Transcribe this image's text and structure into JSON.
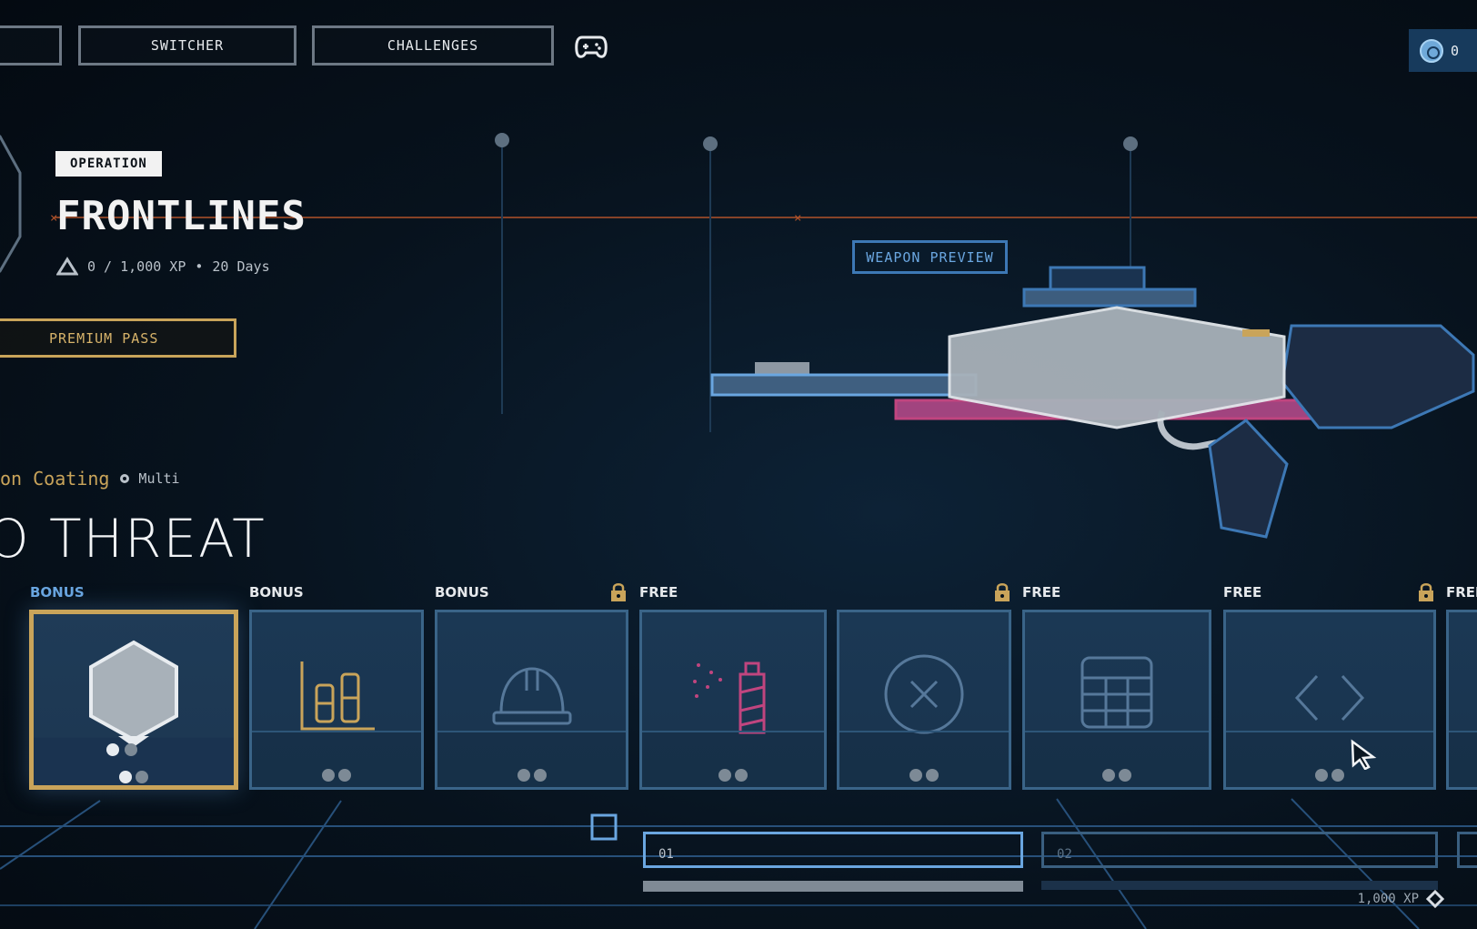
{
  "nav": {
    "switcher_label": "SWITCHER",
    "challenges_label": "CHALLENGES",
    "currency_value": "0",
    "controller_icon": "gamepad-icon"
  },
  "operation": {
    "badge": "OPERATION",
    "title": "FRONTLINES",
    "xp_current": "0",
    "xp_text": "0 / 1,000 XP",
    "separator": "•",
    "days": "20 Days",
    "premium_label": "PREMIUM PASS"
  },
  "reward": {
    "coating_name": "on Coating",
    "multi_label": "Multi",
    "name": "O THREAT"
  },
  "preview": {
    "label": "WEAPON PREVIEW"
  },
  "track": {
    "labels": [
      "BONUS",
      "BONUS",
      "BONUS",
      "FREE",
      "FREE",
      "FREE",
      "FREE"
    ],
    "partial_label": "FREE",
    "levels": [
      "01",
      "02"
    ],
    "xp_footer": "1,000 XP",
    "progress_fraction": 0
  },
  "colors": {
    "accent_blue": "#6aa6e0",
    "gold": "#c9a45a",
    "magenta": "#c0457f",
    "card_bg": "#1b3854"
  }
}
